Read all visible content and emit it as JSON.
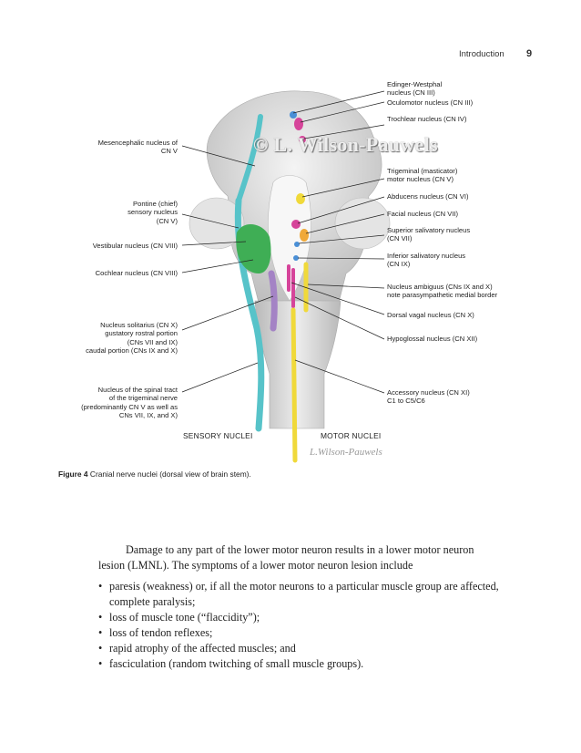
{
  "header": {
    "title": "Introduction",
    "page": "9"
  },
  "figure": {
    "watermark": "© L. Wilson-Pauwels",
    "signature": "L.Wilson-Pauwels",
    "section_sensory": "SENSORY NUCLEI",
    "section_motor": "MOTOR NUCLEI",
    "left_labels": [
      "Mesencephalic nucleus of\nCN V",
      "Pontine (chief)\nsensory nucleus\n(CN V)",
      "Vestibular nucleus (CN VIII)",
      "Cochlear nucleus (CN VIII)",
      "Nucleus solitarius (CN X)\ngustatory rostral portion\n(CNs VII and IX)\ncaudal portion (CNs IX and X)",
      "Nucleus of the spinal tract\nof the trigeminal nerve\n(predominantly CN V as well as\nCNs VII, IX, and X)"
    ],
    "right_labels": [
      "Edinger-Westphal\nnucleus (CN III)",
      "Oculomotor nucleus (CN III)",
      "Trochlear nucleus (CN IV)",
      "Trigeminal (masticator)\nmotor nucleus (CN V)",
      "Abducens nucleus (CN VI)",
      "Facial nucleus (CN VII)",
      "Superior salivatory nucleus\n(CN VII)",
      "Inferior salivatory nucleus\n(CN IX)",
      "Nucleus ambiguus (CNs IX and X)\nnote parasympathetic medial border",
      "Dorsal vagal nucleus (CN X)",
      "Hypoglossal nucleus (CN XII)",
      "Accessory nucleus (CN XI)\nC1 to C5/C6"
    ],
    "caption_label": "Figure 4",
    "caption_text": " Cranial nerve nuclei (dorsal view of brain stem).",
    "colors": {
      "sensory_teal": "#57c3c9",
      "green": "#3fae55",
      "purple": "#a483c5",
      "magenta": "#d6449a",
      "blue": "#4a8fd6",
      "yellow": "#f0d93a",
      "orange": "#f0a93a",
      "brainstem": "#d9d9d9"
    }
  },
  "body": {
    "paragraph": "Damage to any part of the lower motor neuron results in a lower motor neuron lesion (LMNL). The symptoms of a lower motor neuron lesion include",
    "bullets": [
      "paresis (weakness) or, if all the motor neurons to a particular muscle group are affected, complete paralysis;",
      "loss of muscle tone (“flaccidity”);",
      "loss of tendon reflexes;",
      "rapid atrophy of the affected muscles; and",
      "fasciculation (random twitching of small muscle groups)."
    ]
  }
}
